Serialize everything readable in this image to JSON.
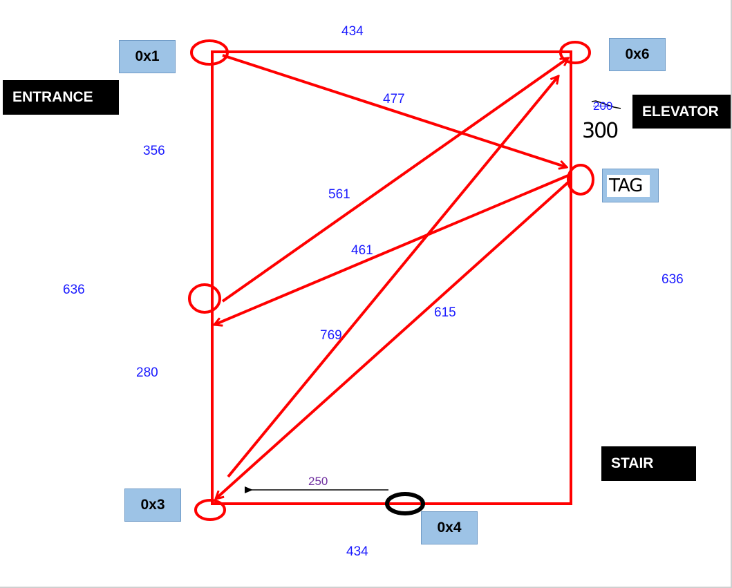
{
  "nodes": {
    "n0x1": "0x1",
    "n0x6": "0x6",
    "n0x3": "0x3",
    "n0x4": "0x4",
    "tag": "TAG"
  },
  "labels": {
    "entrance": "ENTRANCE",
    "elevator": "ELEVATOR",
    "stair": "STAIR"
  },
  "distances": {
    "top": "434",
    "bottom": "434",
    "diag_0x1_tag": "477",
    "left_upper": "356",
    "left_full": "636",
    "right_full": "636",
    "left_lower": "280",
    "diag_0x6_mid": "561",
    "diag_tag_mid": "461",
    "diag_0x3_0x6": "769",
    "diag_tag_0x3": "615",
    "bottom_0x4_0x3": "250",
    "elevator_old": "200",
    "elevator_new": "300"
  },
  "colors": {
    "path": "#ff0000",
    "node_box": "#9dc3e6",
    "distance_text": "#1a1aff",
    "bottom_marker": "#000000"
  }
}
